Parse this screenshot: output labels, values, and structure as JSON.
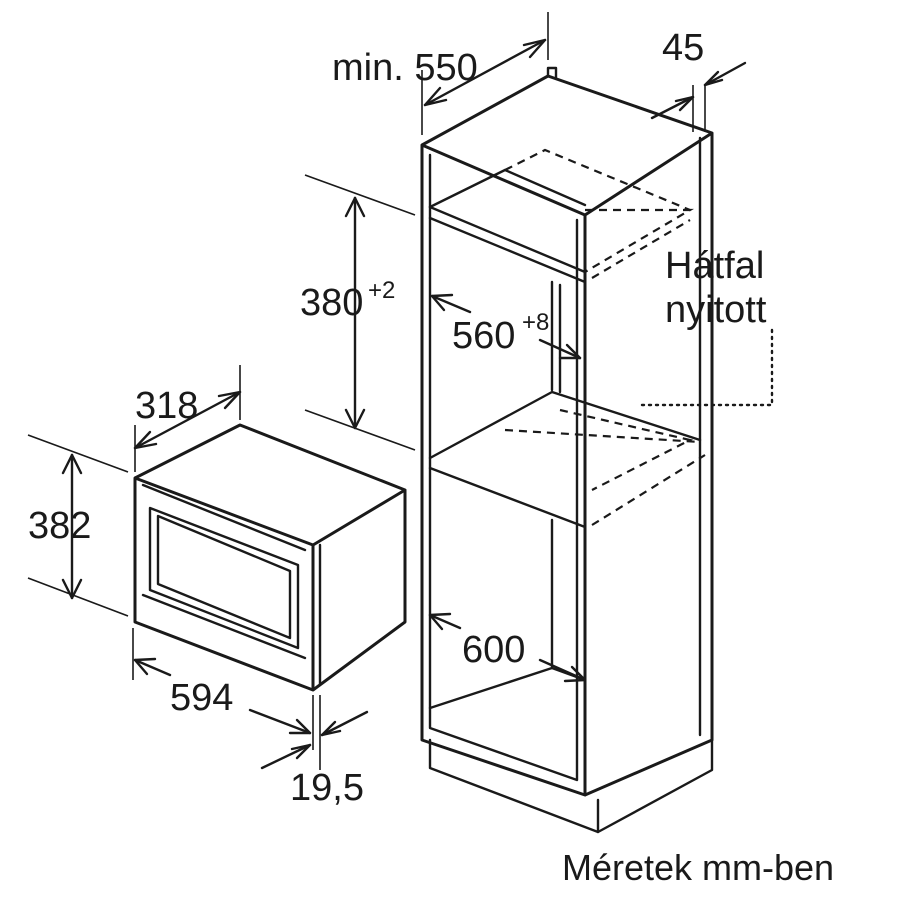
{
  "dimensions": {
    "cabinet_depth": "min. 550",
    "gap_width": "45",
    "niche_height_base": "380",
    "niche_height_tol": "+2",
    "niche_width_base": "560",
    "niche_width_tol": "+8",
    "cabinet_width": "600",
    "appliance_depth": "318",
    "appliance_height": "382",
    "appliance_width": "594",
    "door_thickness": "19,5"
  },
  "notes": {
    "back_wall_line1": "Hátfal",
    "back_wall_line2": "nyitott"
  },
  "caption": "Méretek mm-ben"
}
